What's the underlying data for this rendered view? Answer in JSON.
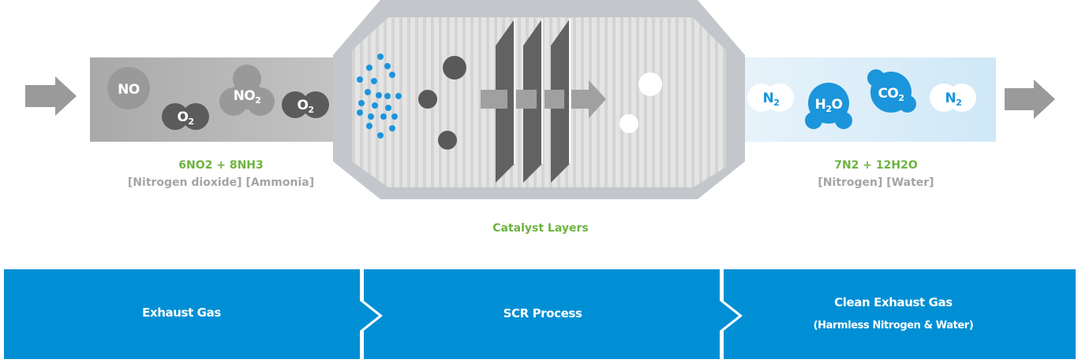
{
  "input": {
    "molecules": [
      {
        "base": "NO",
        "sub": ""
      },
      {
        "base": "O",
        "sub": "2"
      },
      {
        "base": "NO",
        "sub": "2"
      },
      {
        "base": "O",
        "sub": "2"
      }
    ],
    "formula": "6NO2 + 8NH3",
    "names": "[Nitrogen dioxide] [Ammonia]"
  },
  "catalyst": {
    "label": "Catalyst Layers"
  },
  "output": {
    "molecules": [
      {
        "base": "N",
        "sub": "2"
      },
      {
        "base": "H",
        "sub": "2",
        "tail": "O"
      },
      {
        "base": "CO",
        "sub": "2"
      },
      {
        "base": "N",
        "sub": "2"
      }
    ],
    "formula": "7N2 + 12H2O",
    "names": "[Nitrogen] [Water]"
  },
  "steps": {
    "exhaust": "Exhaust Gas",
    "scr": "SCR Process",
    "clean": "Clean Exhaust Gas",
    "clean_sub": "(Harmless Nitrogen & Water)"
  },
  "colors": {
    "blue": "#008fd5",
    "green": "#6db33f",
    "gray_text": "#a4a4a4",
    "dark_molecule": "#5b5b5b"
  }
}
